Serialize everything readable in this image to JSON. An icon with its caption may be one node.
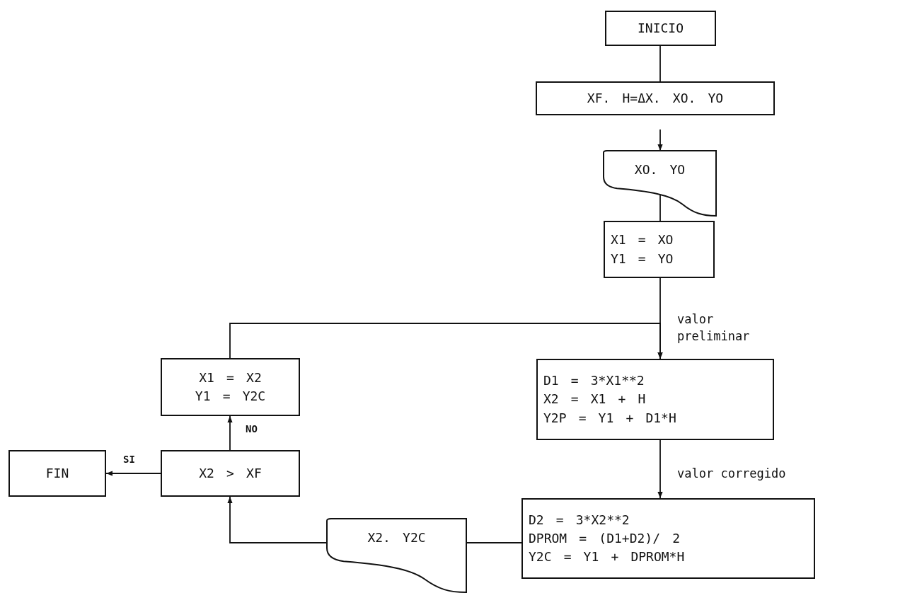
{
  "diagram": {
    "nodes": [
      {
        "text": [
          "INICIO"
        ]
      },
      {
        "text": [
          "XF. H=ΔX. XO. YO"
        ]
      },
      {
        "text": [
          "XO. YO"
        ]
      },
      {
        "text": [
          "X1 = XO",
          "Y1 = YO"
        ]
      },
      {
        "text": [
          "X1 = X2",
          "Y1 = Y2C"
        ]
      },
      {
        "text": [
          "X2 > XF"
        ]
      },
      {
        "text": [
          "FIN"
        ]
      },
      {
        "text": [
          "D1 = 3*X1**2",
          "X2 = X1 + H",
          "Y2P = Y1 + D1*H"
        ]
      },
      {
        "text": [
          "D2 = 3*X2**2",
          "DPROM = (D1+D2)/ 2",
          "Y2C = Y1 + DPROM*H"
        ]
      },
      {
        "text": [
          "X2. Y2C"
        ]
      }
    ],
    "edges": [
      {
        "from": 0,
        "to": 1,
        "arrow": "none"
      },
      {
        "from": 1,
        "to": 2,
        "arrow": "to"
      },
      {
        "from": 2,
        "to": 3,
        "arrow": "none"
      },
      {
        "from": 3,
        "to": 7,
        "arrow": "to",
        "label": "valor preliminar"
      },
      {
        "from": 4,
        "to": 7,
        "arrow": "to"
      },
      {
        "from": 7,
        "to": 8,
        "arrow": "to",
        "label": "valor corregido"
      },
      {
        "from": 8,
        "to": 9,
        "arrow": "none"
      },
      {
        "from": 9,
        "to": 5,
        "arrow": "to"
      },
      {
        "from": 5,
        "to": 4,
        "arrow": "to",
        "label": "NO"
      },
      {
        "from": 5,
        "to": 6,
        "arrow": "to",
        "label": "SI"
      }
    ]
  }
}
